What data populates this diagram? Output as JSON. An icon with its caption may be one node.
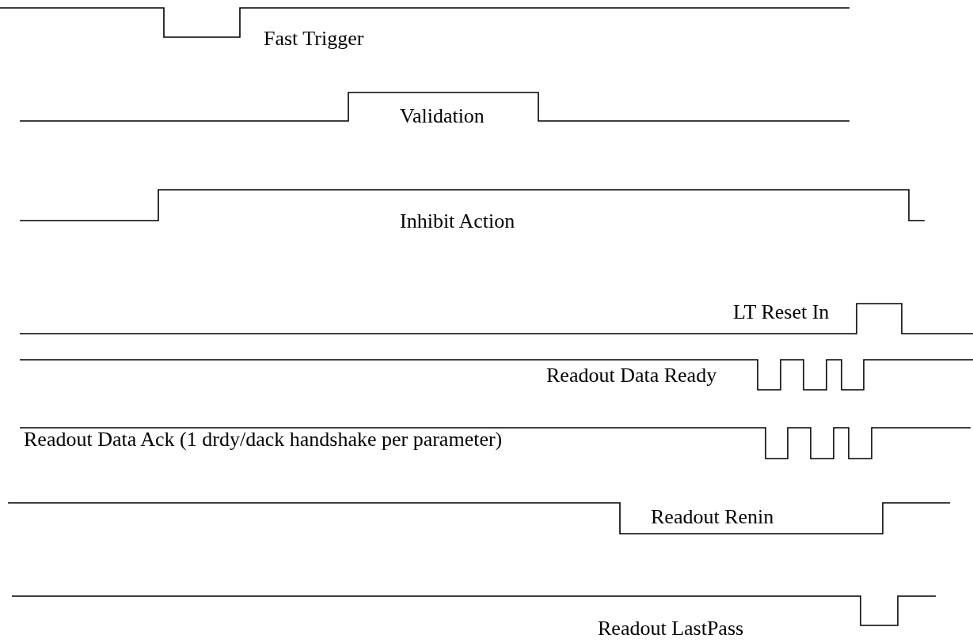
{
  "diagram": {
    "labels": [
      "Fast Trigger",
      "Validation",
      "Inhibit Action",
      "LT Reset In",
      "Readout Data Ready",
      "Readout Data Ack (1 drdy/dack handshake per parameter)",
      "Readout Renin",
      "Readout LastPass"
    ]
  }
}
